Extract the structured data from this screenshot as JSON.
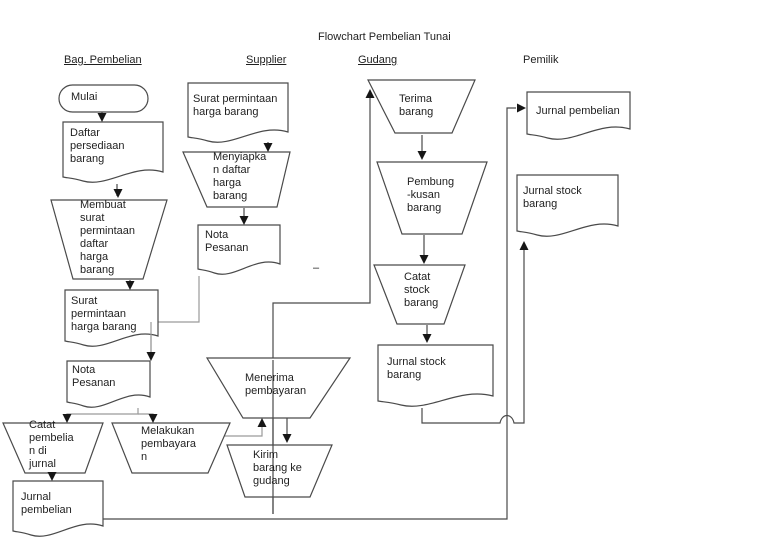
{
  "title": "Flowchart Pembelian Tunai",
  "lanes": {
    "bag_pembelian": "Bag. Pembelian",
    "supplier": "Supplier",
    "gudang": "Gudang",
    "pemilik": "Pemilik"
  },
  "nodes": {
    "mulai": "Mulai",
    "daftar_persediaan_barang": "Daftar\npersediaan\nbarang",
    "membuat_surat_permintaan": "Membuat\nsurat\npermintaan\ndaftar\nharga\nbarang",
    "surat_permintaan_harga_barang_bag": "Surat\npermintaan\nharga barang",
    "nota_pesanan_bag": "Nota\nPesanan",
    "catat_pembelian_di_jurnal": "Catat\npembelia\nn di\njurnal",
    "jurnal_pembelian_bag": "Jurnal\npembelian",
    "melakukan_pembayaran": "Melakukan\npembayara\nn",
    "surat_permintaan_harga_barang_supplier": "Surat permintaan\nharga barang",
    "menyiapkan_daftar_harga_barang": "Menyiapka\nn daftar\nharga\nbarang",
    "nota_pesanan_supplier": "Nota\nPesanan",
    "menerima_pembayaran": "Menerima\npembayaran",
    "kirim_barang_ke_gudang": "Kirim\nbarang ke\ngudang",
    "terima_barang": "Terima\nbarang",
    "pembungkusan_barang": "Pembung\n-kusan\nbarang",
    "catat_stock_barang": "Catat\nstock\nbarang",
    "jurnal_stock_barang_gudang": "Jurnal stock\nbarang",
    "jurnal_pembelian_pemilik": "Jurnal pembelian",
    "jurnal_stock_barang_pemilik": "Jurnal stock\nbarang"
  },
  "annotations": {
    "dash": "–"
  },
  "colors": {
    "stroke": "#4a4a4a",
    "connector_light": "#9a9a9a",
    "arrow": "#161616",
    "text": "#1f1f1f",
    "background": "#ffffff"
  }
}
